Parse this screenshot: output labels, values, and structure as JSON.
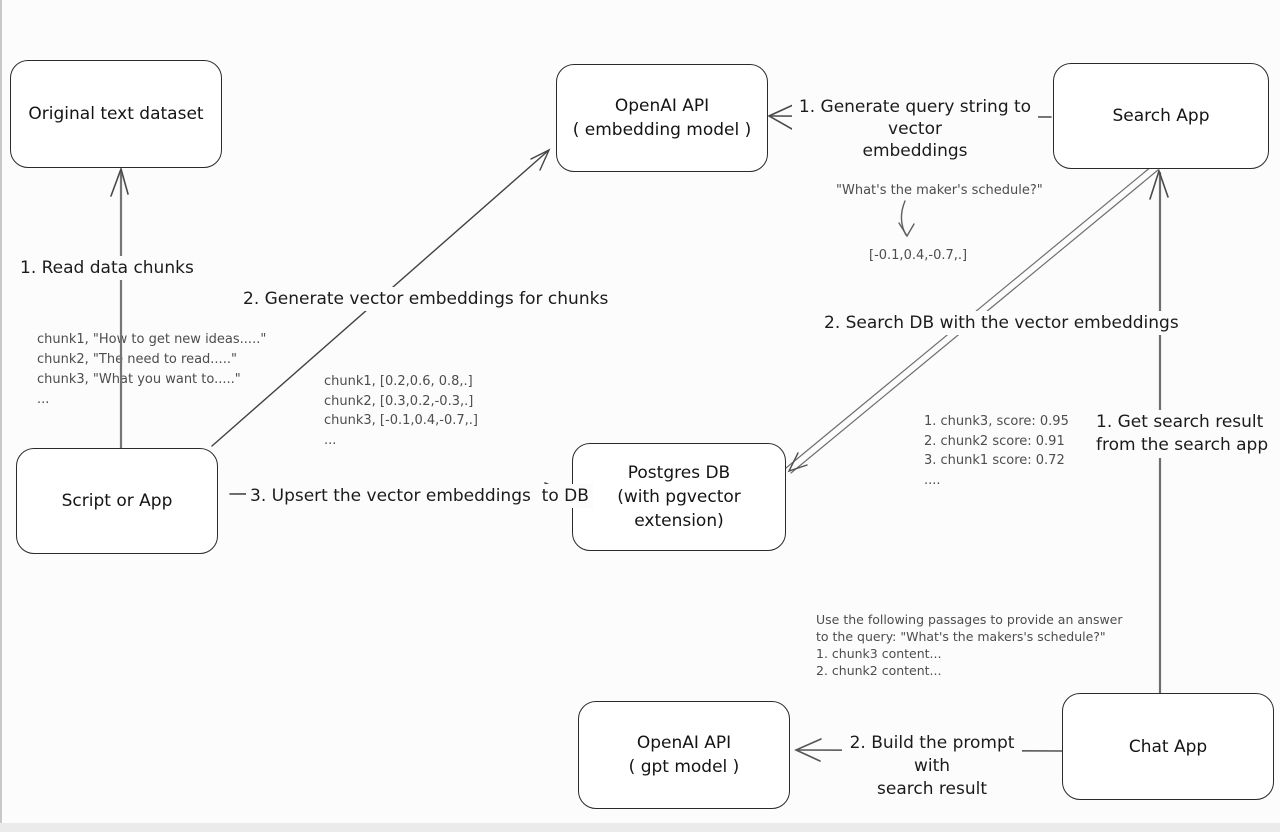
{
  "diagram": {
    "boxes": {
      "original_dataset": "Original text dataset",
      "openai_embedding": "OpenAI API\n( embedding model )",
      "search_app": "Search App",
      "script_or_app": "Script or App",
      "postgres_db": "Postgres DB\n(with pgvector extension)",
      "openai_gpt": "OpenAI API\n( gpt model )",
      "chat_app": "Chat App"
    },
    "labels": {
      "read_chunks": "1. Read data chunks",
      "generate_embeddings": "2. Generate vector embeddings for chunks",
      "upsert": "3. Upsert the vector embeddings  to DB",
      "query_string": "1. Generate query string to vector\nembeddings",
      "search_db": "2. Search DB with the vector embeddings",
      "get_result": "1. Get search result\nfrom the search app",
      "build_prompt": "2. Build the prompt with\nsearch result"
    },
    "annotations": {
      "chunk_texts": "chunk1, \"How to get new ideas.....\"\nchunk2, \"The need to read.....\"\nchunk3, \"What you want to.....\"\n...",
      "chunk_vectors": "chunk1, [0.2,0.6, 0.8,.]\nchunk2, [0.3,0.2,-0.3,.]\nchunk3, [-0.1,0.4,-0.7,.]\n...",
      "query": "\"What's the maker's schedule?\"",
      "query_vector": "[-0.1,0.4,-0.7,.]",
      "scores": "1. chunk3, score: 0.95\n2. chunk2 score: 0.91\n3. chunk1 score: 0.72\n....",
      "prompt": "Use the following passages to provide an answer\nto the query: \"What's the makers's schedule?\"\n1. chunk3 content...\n2. chunk2 content..."
    },
    "colors": {
      "background": "#fcfcfc",
      "stroke_dark": "#3f3f3f",
      "stroke_gray": "#707070",
      "annotation_text": "#4d4d4d"
    }
  }
}
